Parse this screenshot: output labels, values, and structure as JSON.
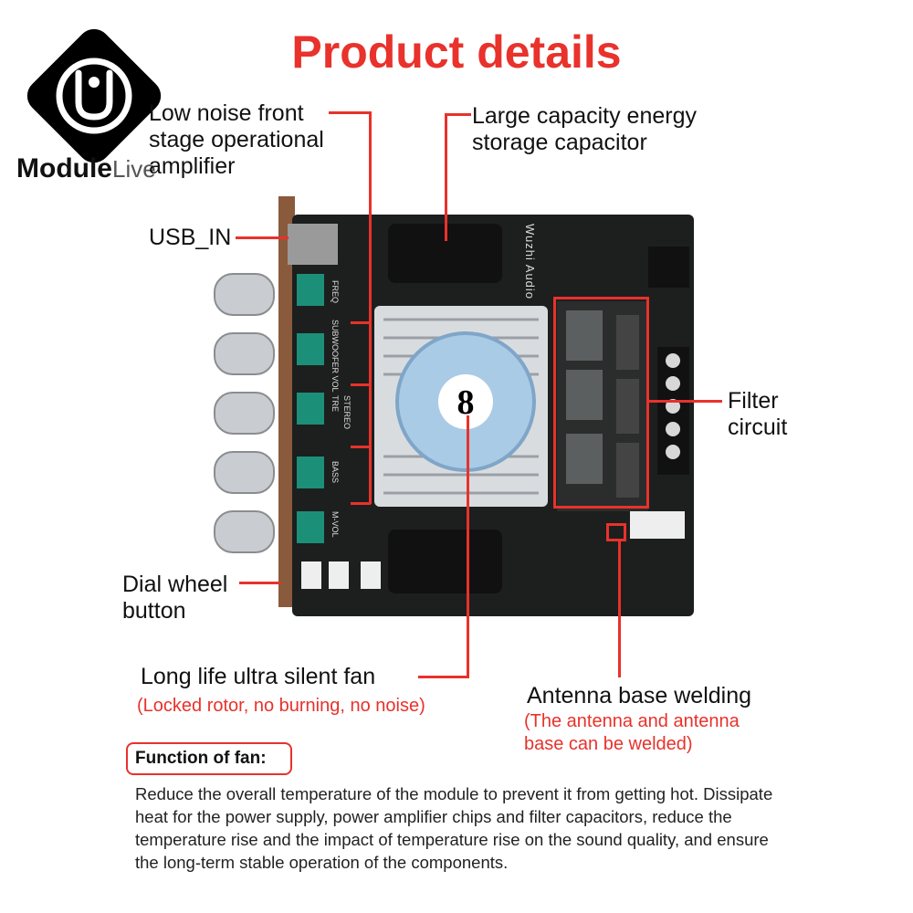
{
  "header": {
    "title": "Product details"
  },
  "logo": {
    "brand": "Module",
    "brand_suffix": "Live"
  },
  "board": {
    "silk_brand": "Wuzhi Audio",
    "knob_labels": [
      "FREQ",
      "SUBWOOFER VOL",
      "TRE",
      "STEREO",
      "BASS",
      "M-VOL"
    ]
  },
  "callouts": {
    "opamp": "Low noise front\nstage operational\namplifier",
    "capacitor": "Large capacity energy\nstorage capacitor",
    "usb": "USB_IN",
    "filter": "Filter\ncircuit",
    "dial": "Dial wheel\nbutton",
    "fan": "Long life ultra silent fan",
    "fan_note": "(Locked rotor, no burning, no noise)",
    "antenna": "Antenna base welding",
    "antenna_note": "(The antenna and antenna\n base can be welded)"
  },
  "function_box": {
    "title": "Function of fan:",
    "text": "Reduce the overall temperature of the module to prevent it from getting hot. Dissipate heat for the power supply, power amplifier chips and filter capacitors, reduce the temperature rise and the impact of temperature rise on the sound quality, and ensure the long-term stable operation of the components."
  },
  "colors": {
    "accent": "#e8322b",
    "pcb": "#1c1f1e",
    "knob": "#c9ccd0",
    "pot": "#1c8f78",
    "heatsink": "#d9dcdf"
  }
}
